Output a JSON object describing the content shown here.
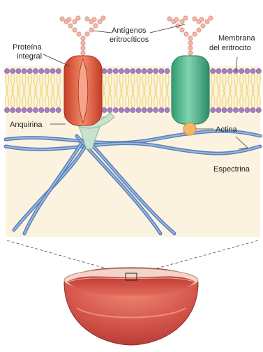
{
  "labels": {
    "integral_protein": [
      "Proteína",
      "integral"
    ],
    "antigens": [
      "Antígenos",
      "eritrocíticos"
    ],
    "membrane": [
      "Membrana",
      "del eritrocito"
    ],
    "ankyrin": "Anquirina",
    "actin": "Actina",
    "spectrin": "Espectrina"
  },
  "colors": {
    "background_panel": "#fbf3df",
    "lipid_head": "#a77fc0",
    "lipid_tail": "#f0d87a",
    "integral_protein": "#e8623f",
    "green_protein": "#49b48a",
    "ankyrin": "#c7e3cf",
    "actin": "#f3b766",
    "spectrin": "#6f93c9",
    "antigen_bead": "#f4b6a8",
    "cell_red": "#c9413b"
  }
}
